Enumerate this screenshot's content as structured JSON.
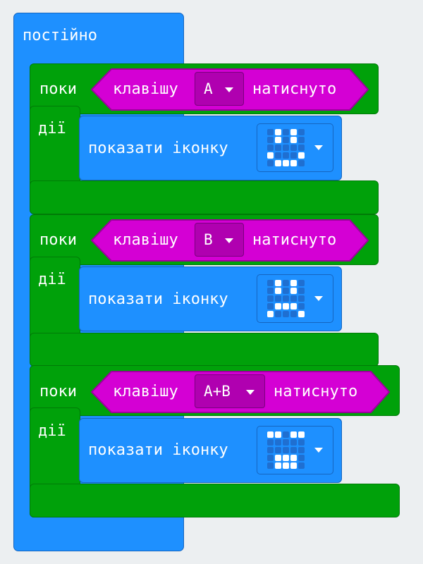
{
  "forever": {
    "label": "постійно"
  },
  "blocks": [
    {
      "while_label": "поки",
      "do_label": "дії",
      "condition_prefix": "клавішу",
      "button": "A",
      "condition_suffix": "натиснуто",
      "action_label": "показати іконку",
      "icon_leds": [
        0,
        1,
        0,
        1,
        0,
        0,
        1,
        0,
        1,
        0,
        0,
        0,
        0,
        0,
        0,
        1,
        0,
        0,
        0,
        1,
        0,
        1,
        1,
        1,
        0
      ]
    },
    {
      "while_label": "поки",
      "do_label": "дії",
      "condition_prefix": "клавішу",
      "button": "B",
      "condition_suffix": "натиснуто",
      "action_label": "показати іконку",
      "icon_leds": [
        0,
        1,
        0,
        1,
        0,
        0,
        1,
        0,
        1,
        0,
        0,
        0,
        0,
        0,
        0,
        0,
        1,
        1,
        1,
        0,
        1,
        0,
        0,
        0,
        1
      ]
    },
    {
      "while_label": "поки",
      "do_label": "дії",
      "condition_prefix": "клавішу",
      "button": "A+B",
      "condition_suffix": "натиснуто",
      "action_label": "показати іконку",
      "icon_leds": [
        1,
        1,
        0,
        1,
        1,
        0,
        0,
        0,
        0,
        0,
        0,
        0,
        0,
        0,
        0,
        0,
        1,
        1,
        1,
        0,
        0,
        1,
        1,
        1,
        0
      ]
    }
  ],
  "colors": {
    "loops_blue": "#1e90ff",
    "logic_green": "#00a10a",
    "input_magenta": "#d400d4"
  }
}
